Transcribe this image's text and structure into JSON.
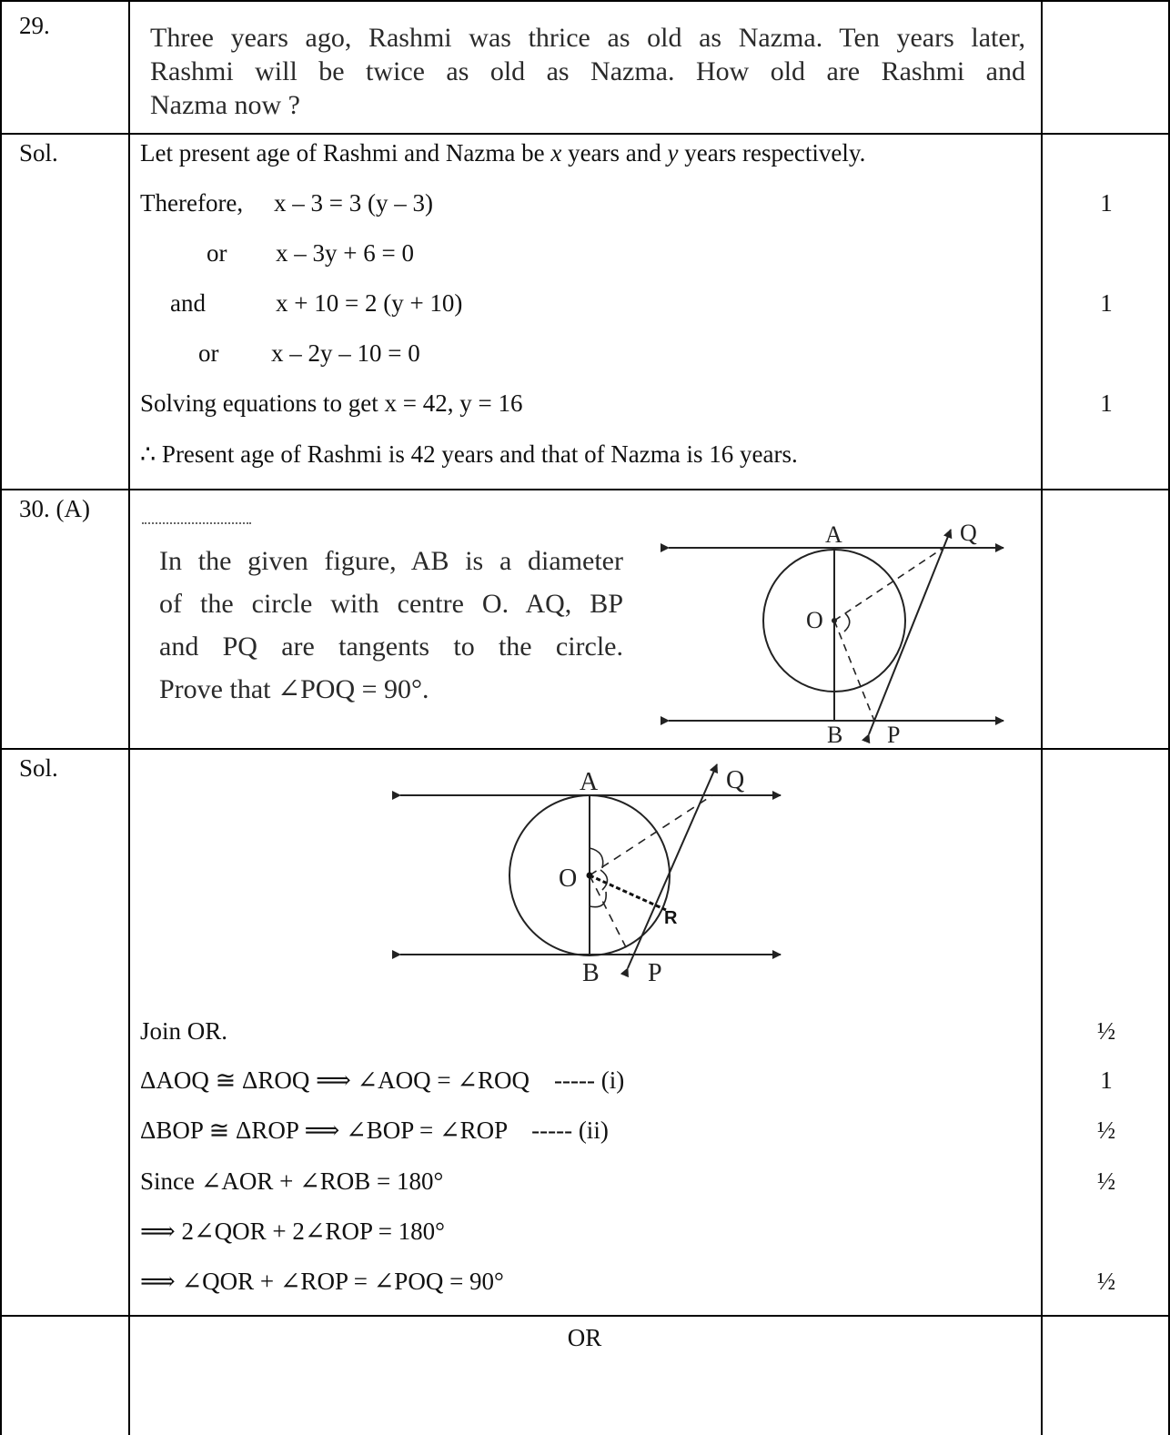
{
  "q29": {
    "number": "29.",
    "question_lines": [
      "Three years ago, Rashmi was thrice as old as Nazma. Ten years later,",
      "Rashmi will be twice as old as Nazma. How old are Rashmi and",
      "Nazma now ?"
    ]
  },
  "sol29": {
    "label": "Sol.",
    "line1_pre": "Let present age of Rashmi and Nazma be ",
    "line1_x": "x",
    "line1_mid": " years and ",
    "line1_y": "y",
    "line1_post": " years respectively.",
    "therefore_label": "Therefore,",
    "eq1": "x – 3 = 3 (y – 3)",
    "or1_label": "or",
    "eq2": "x – 3y + 6 = 0",
    "and_label": "and",
    "eq3": "x + 10 = 2 (y + 10)",
    "or2_label": "or",
    "eq4": "x – 2y – 10 = 0",
    "solving": "Solving equations to get x = 42, y = 16",
    "conclusion": "∴ Present age of Rashmi is 42 years and that of Nazma is 16 years.",
    "marks": [
      "1",
      "1",
      "1"
    ]
  },
  "q30": {
    "number": "30. (A)",
    "question_lines": [
      "In the given figure, AB is a diameter",
      "of the circle with centre O. AQ, BP",
      "and PQ are tangents to the circle.",
      "Prove that ∠POQ = 90°."
    ],
    "figure_labels": {
      "A": "A",
      "B": "B",
      "O": "O",
      "P": "P",
      "Q": "Q"
    }
  },
  "sol30": {
    "label": "Sol.",
    "figure_labels": {
      "A": "A",
      "B": "B",
      "O": "O",
      "P": "P",
      "Q": "Q",
      "R": "R"
    },
    "steps": [
      {
        "text": "Join OR.",
        "mark": "½"
      },
      {
        "text": "ΔAOQ ≅ ΔROQ ⟹ ∠AOQ = ∠ROQ    ----- (i)",
        "mark": "1"
      },
      {
        "text": "ΔBOP ≅ ΔROP ⟹ ∠BOP = ∠ROP    ----- (ii)",
        "mark": "½"
      },
      {
        "text": "Since ∠AOR + ∠ROB = 180°",
        "mark": "½"
      },
      {
        "text": "⟹ 2∠QOR + 2∠ROP = 180°",
        "mark": ""
      },
      {
        "text": "⟹ ∠QOR + ∠ROP = ∠POQ = 90°",
        "mark": "½"
      }
    ]
  },
  "or_row": {
    "label": "OR"
  }
}
